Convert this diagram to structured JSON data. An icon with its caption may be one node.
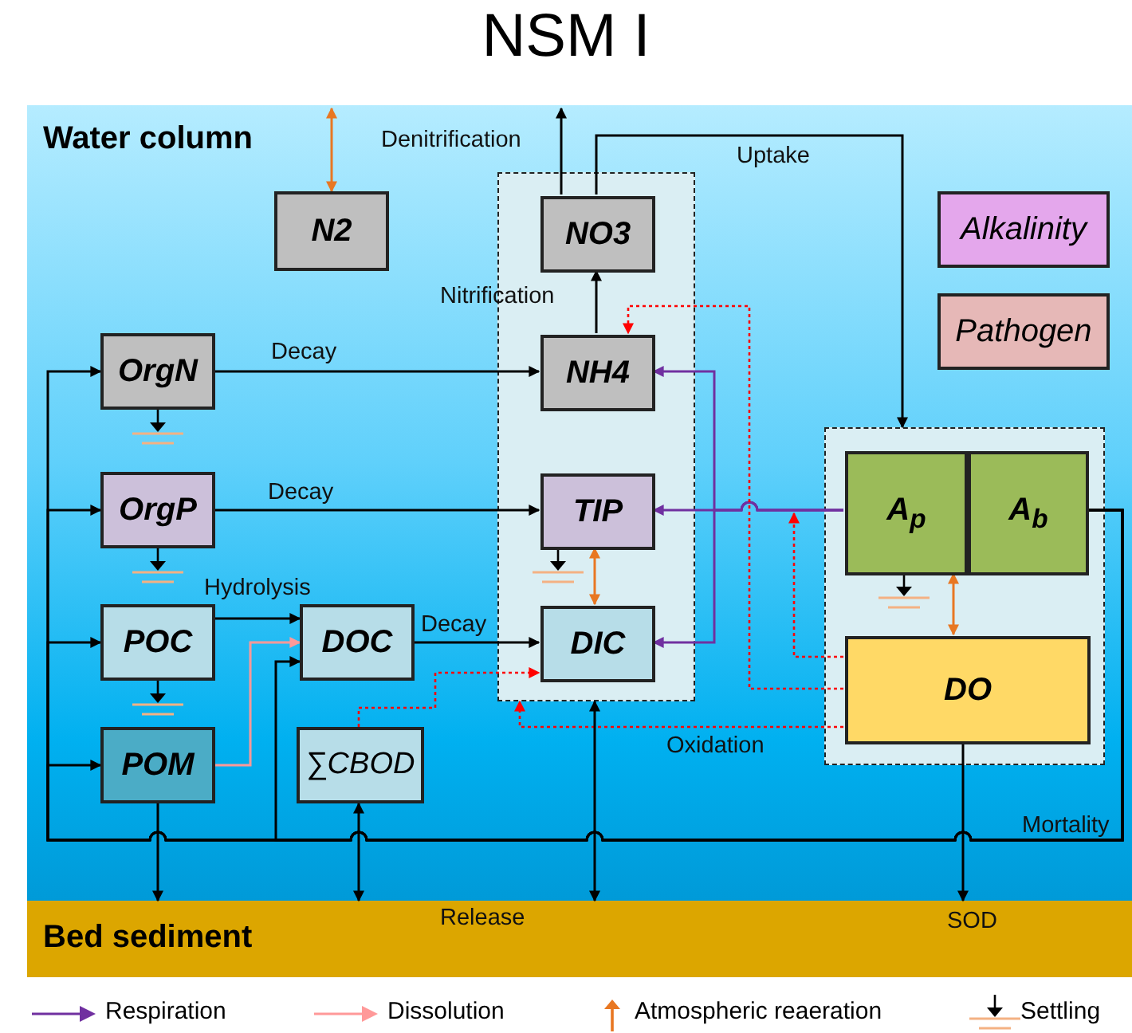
{
  "diagram": {
    "title": "NSM I",
    "nodes": [
      {
        "text": [
          "Water column"
        ]
      },
      {
        "text": [
          "Bed sediment"
        ]
      },
      {
        "text": [
          "N2"
        ],
        "in": 0
      },
      {
        "text": [],
        "shape": "box",
        "in": 0
      },
      {
        "text": [
          "NO3"
        ],
        "in": 3
      },
      {
        "text": [
          "NH4"
        ],
        "in": 3
      },
      {
        "text": [
          "TIP"
        ],
        "in": 3
      },
      {
        "text": [
          "DIC"
        ],
        "in": 3
      },
      {
        "text": [
          "Alkalinity"
        ],
        "in": 0
      },
      {
        "text": [
          "Pathogen"
        ],
        "in": 0
      },
      {
        "text": [
          "OrgN"
        ],
        "in": 0
      },
      {
        "text": [
          "OrgP"
        ],
        "in": 0
      },
      {
        "text": [
          "POC"
        ],
        "in": 0
      },
      {
        "text": [
          "DOC"
        ],
        "in": 0
      },
      {
        "text": [
          "POM"
        ],
        "in": 0
      },
      {
        "text": [
          "∑CBOD"
        ],
        "in": 0
      },
      {
        "text": [],
        "shape": "box",
        "in": 0
      },
      {
        "text": [
          "A$_{p}$"
        ],
        "in": 16
      },
      {
        "text": [
          "A$_{b}$"
        ],
        "in": 16
      },
      {
        "text": [
          "DO"
        ],
        "in": 16
      }
    ],
    "edges": [
      {
        "from": null,
        "to": 2,
        "arrow": "both",
        "color": "#e87722"
      },
      {
        "from": 4,
        "to": null,
        "arrow": "to",
        "label": "Denitrification"
      },
      {
        "from": 4,
        "to": 16,
        "arrow": "to",
        "label": "Uptake"
      },
      {
        "from": 5,
        "to": 4,
        "arrow": "to",
        "label": "Nitrification"
      },
      {
        "from": 10,
        "to": 5,
        "arrow": "to",
        "label": "Decay"
      },
      {
        "from": 11,
        "to": 6,
        "arrow": "to",
        "label": "Decay"
      },
      {
        "from": 12,
        "to": 13,
        "arrow": "to",
        "label": "Hydrolysis"
      },
      {
        "from": 14,
        "to": 13,
        "arrow": "to",
        "color": "#ff9999"
      },
      {
        "from": 13,
        "to": 7,
        "arrow": "to",
        "label": "Decay"
      },
      {
        "from": 17,
        "to": 6,
        "arrow": "to",
        "color": "#7030a0"
      },
      {
        "from": 17,
        "to": 5,
        "arrow": "to",
        "color": "#7030a0"
      },
      {
        "from": 17,
        "to": 7,
        "arrow": "to",
        "color": "#7030a0"
      },
      {
        "from": 19,
        "to": 5,
        "arrow": "to",
        "style": "dashed",
        "color": "#ff0000"
      },
      {
        "from": 19,
        "to": null,
        "arrow": "to",
        "style": "dashed",
        "color": "#ff0000"
      },
      {
        "from": 19,
        "to": 3,
        "arrow": "to",
        "style": "dashed",
        "color": "#ff0000",
        "label": "Oxidation"
      },
      {
        "from": 15,
        "to": 7,
        "arrow": "to",
        "style": "dashed",
        "color": "#ff0000"
      },
      {
        "from": 18,
        "to": 10,
        "arrow": "to",
        "label": "Mortality"
      },
      {
        "from": 18,
        "to": 11,
        "arrow": "to"
      },
      {
        "from": 18,
        "to": 12,
        "arrow": "to"
      },
      {
        "from": 18,
        "to": 14,
        "arrow": "to"
      },
      {
        "from": 18,
        "to": 13,
        "arrow": "to"
      },
      {
        "from": 14,
        "to": 1,
        "arrow": "to"
      },
      {
        "from": 15,
        "to": 1,
        "arrow": "both"
      },
      {
        "from": 3,
        "to": 1,
        "arrow": "both",
        "label": "Release"
      },
      {
        "from": 19,
        "to": 1,
        "arrow": "to",
        "label": "SOD"
      },
      {
        "from": 6,
        "to": 7,
        "arrow": "both",
        "color": "#e87722"
      },
      {
        "from": 17,
        "to": 19,
        "arrow": "both",
        "color": "#e87722"
      }
    ],
    "legend": [
      {
        "text": "Respiration"
      },
      {
        "text": "Dissolution"
      },
      {
        "text": "Atmospheric reaeration"
      },
      {
        "text": "Settling"
      }
    ]
  }
}
